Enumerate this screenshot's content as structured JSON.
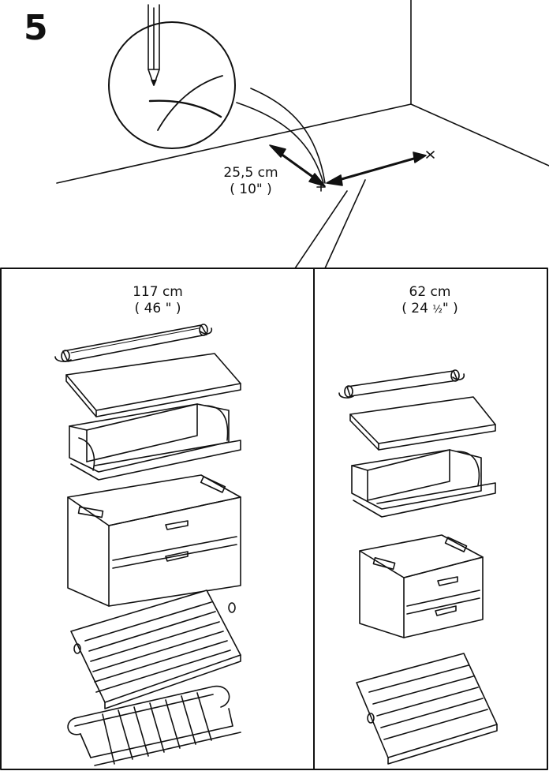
{
  "step": {
    "number": "5"
  },
  "measurements": {
    "wall_distance": {
      "metric": "25,5 cm",
      "imperial": "( 10\" )"
    },
    "left_unit": {
      "metric": "117 cm",
      "imperial": "( 46 \" )"
    },
    "right_unit": {
      "metric": "62 cm",
      "imperial_prefix": "( 24 ",
      "imperial_fraction": "½",
      "imperial_suffix": "\" )"
    }
  },
  "colors": {
    "line": "#111111",
    "background": "#ffffff"
  }
}
